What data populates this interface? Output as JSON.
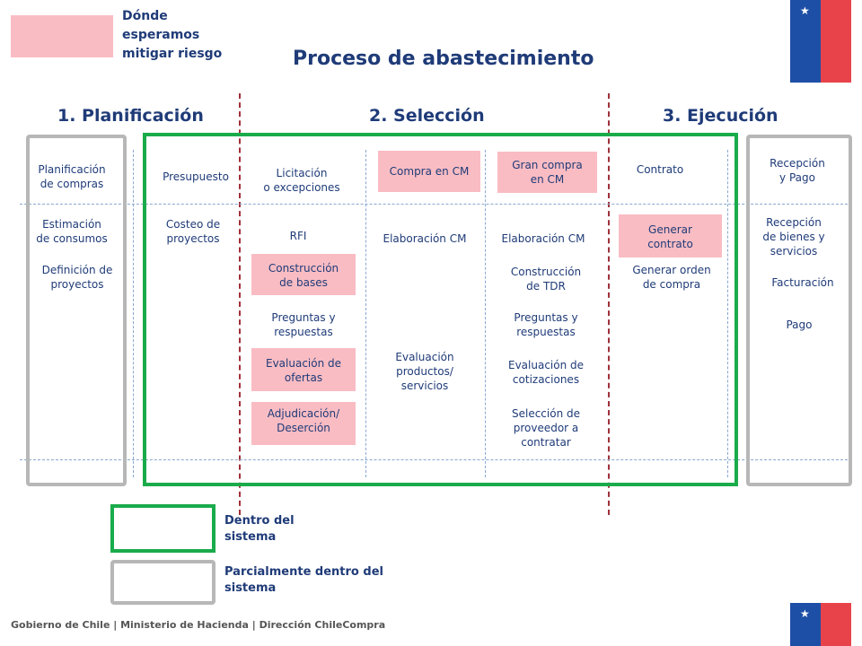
{
  "title": "Proceso de abastecimiento",
  "risk_legend": {
    "label": "Dónde\nesperamos\nmitigar riesgo",
    "color": "#f9bcc3"
  },
  "phases": {
    "planificacion": "1. Planificación",
    "seleccion": "2. Selección",
    "ejecucion": "3. Ejecución"
  },
  "planificacion_items": {
    "planificacion_compras": "Planificación\nde compras",
    "estimacion_consumos": "Estimación\nde consumos",
    "definicion_proyectos": "Definición de\nproyectos"
  },
  "presupuesto_items": {
    "presupuesto": "Presupuesto",
    "costeo": "Costeo de\nproyectos"
  },
  "licitacion_items": {
    "licitacion": "Licitación\no excepciones",
    "rfi": "RFI",
    "construccion_bases": "Construcción\nde bases",
    "preguntas": "Preguntas y\nrespuestas",
    "evaluacion_ofertas": "Evaluación de\nofertas",
    "adjudicacion": "Adjudicación/\nDeserción"
  },
  "compra_cm_items": {
    "compra_cm": "Compra en CM",
    "elaboracion": "Elaboración CM",
    "evaluacion": "Evaluación\nproductos/\nservicios"
  },
  "gran_compra_items": {
    "gran_compra": "Gran compra\nen CM",
    "elaboracion": "Elaboración CM",
    "construccion_tdr": "Construcción\nde TDR",
    "preguntas": "Preguntas y\nrespuestas",
    "evaluacion_cotizaciones": "Evaluación de\ncotizaciones",
    "seleccion_proveedor": "Selección de\nproveedor a\ncontratar"
  },
  "contrato_items": {
    "contrato": "Contrato",
    "generar_contrato": "Generar\ncontrato",
    "generar_orden": "Generar orden\nde compra"
  },
  "ejecucion_items": {
    "recepcion_pago": "Recepción\ny Pago",
    "recepcion_bienes": "Recepción\nde bienes y\nservicios",
    "facturacion": "Facturación",
    "pago": "Pago"
  },
  "legend": {
    "dentro": "Dentro del\nsistema",
    "parcial": "Parcialmente dentro del\nsistema",
    "green": "#1aab4b",
    "gray": "#b7b7b7"
  },
  "footer": "Gobierno de Chile | Ministerio de Hacienda | Dirección ChileCompra"
}
